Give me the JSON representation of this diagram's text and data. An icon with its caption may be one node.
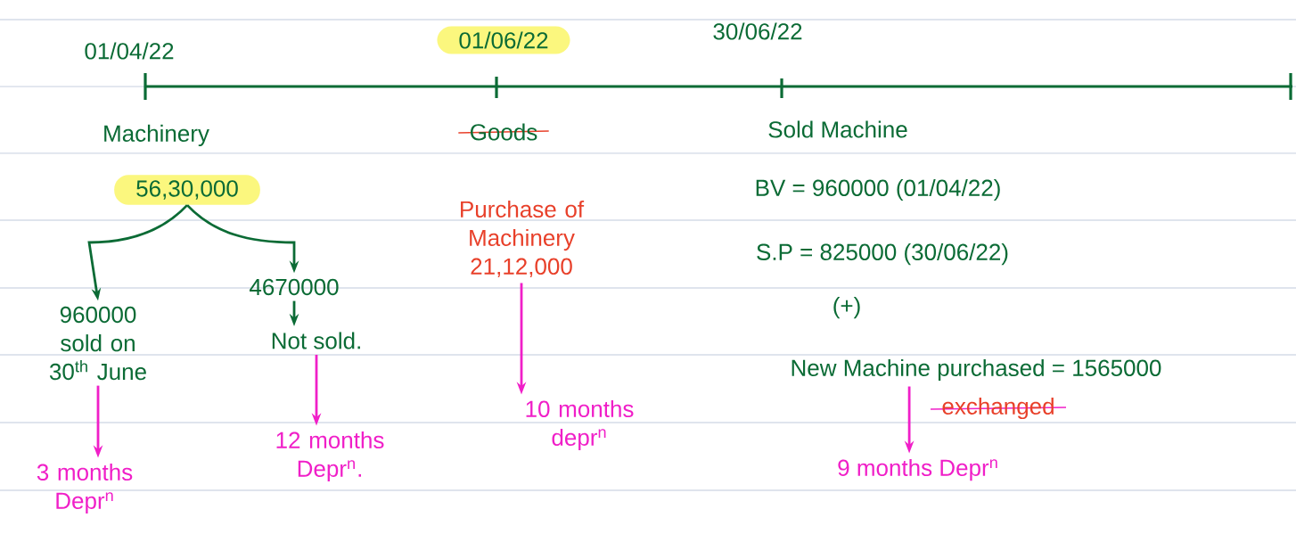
{
  "diagram": {
    "nodes": [
      {
        "text": [
          "01/04/22"
        ]
      },
      {
        "text": [
          "01/06/22"
        ]
      },
      {
        "text": [
          "30/06/22"
        ]
      },
      {
        "text": [
          "Machinery"
        ]
      },
      {
        "text": [
          "56,30,000"
        ]
      },
      {
        "text": [
          "960000",
          "sold on 30$^{th}$ June"
        ]
      },
      {
        "text": [
          "4670000"
        ]
      },
      {
        "text": [
          "Not sold."
        ]
      },
      {
        "text": [
          "3 months Depr$^{n}$"
        ]
      },
      {
        "text": [
          "12 months Depr$^{n}$."
        ]
      },
      {
        "text": [
          "Purchase of Machinery",
          "21,12,000"
        ]
      },
      {
        "text": [
          "10 months depr$^{n}$"
        ]
      },
      {
        "text": [
          "New Machine purchased = 1565000"
        ]
      },
      {
        "text": [
          "9 months Depr$^{n}$"
        ]
      }
    ],
    "edges": [
      {
        "from": 4,
        "to": 5,
        "arrow": "to",
        "color": "#0b6b35"
      },
      {
        "from": 4,
        "to": 6,
        "arrow": "to",
        "color": "#0b6b35"
      },
      {
        "from": 6,
        "to": 7,
        "arrow": "to",
        "color": "#0b6b35"
      },
      {
        "from": 5,
        "to": 8,
        "arrow": "to"
      },
      {
        "from": 7,
        "to": 9,
        "arrow": "to"
      },
      {
        "from": 10,
        "to": 11,
        "arrow": "to"
      },
      {
        "from": 12,
        "to": 13,
        "arrow": "to"
      }
    ],
    "labels": [
      "Goods",
      "Sold Machine",
      "BV = 960000 (01/04/22)",
      "S.P = 825000 (30/06/22)",
      "(+)",
      "exchanged"
    ]
  }
}
